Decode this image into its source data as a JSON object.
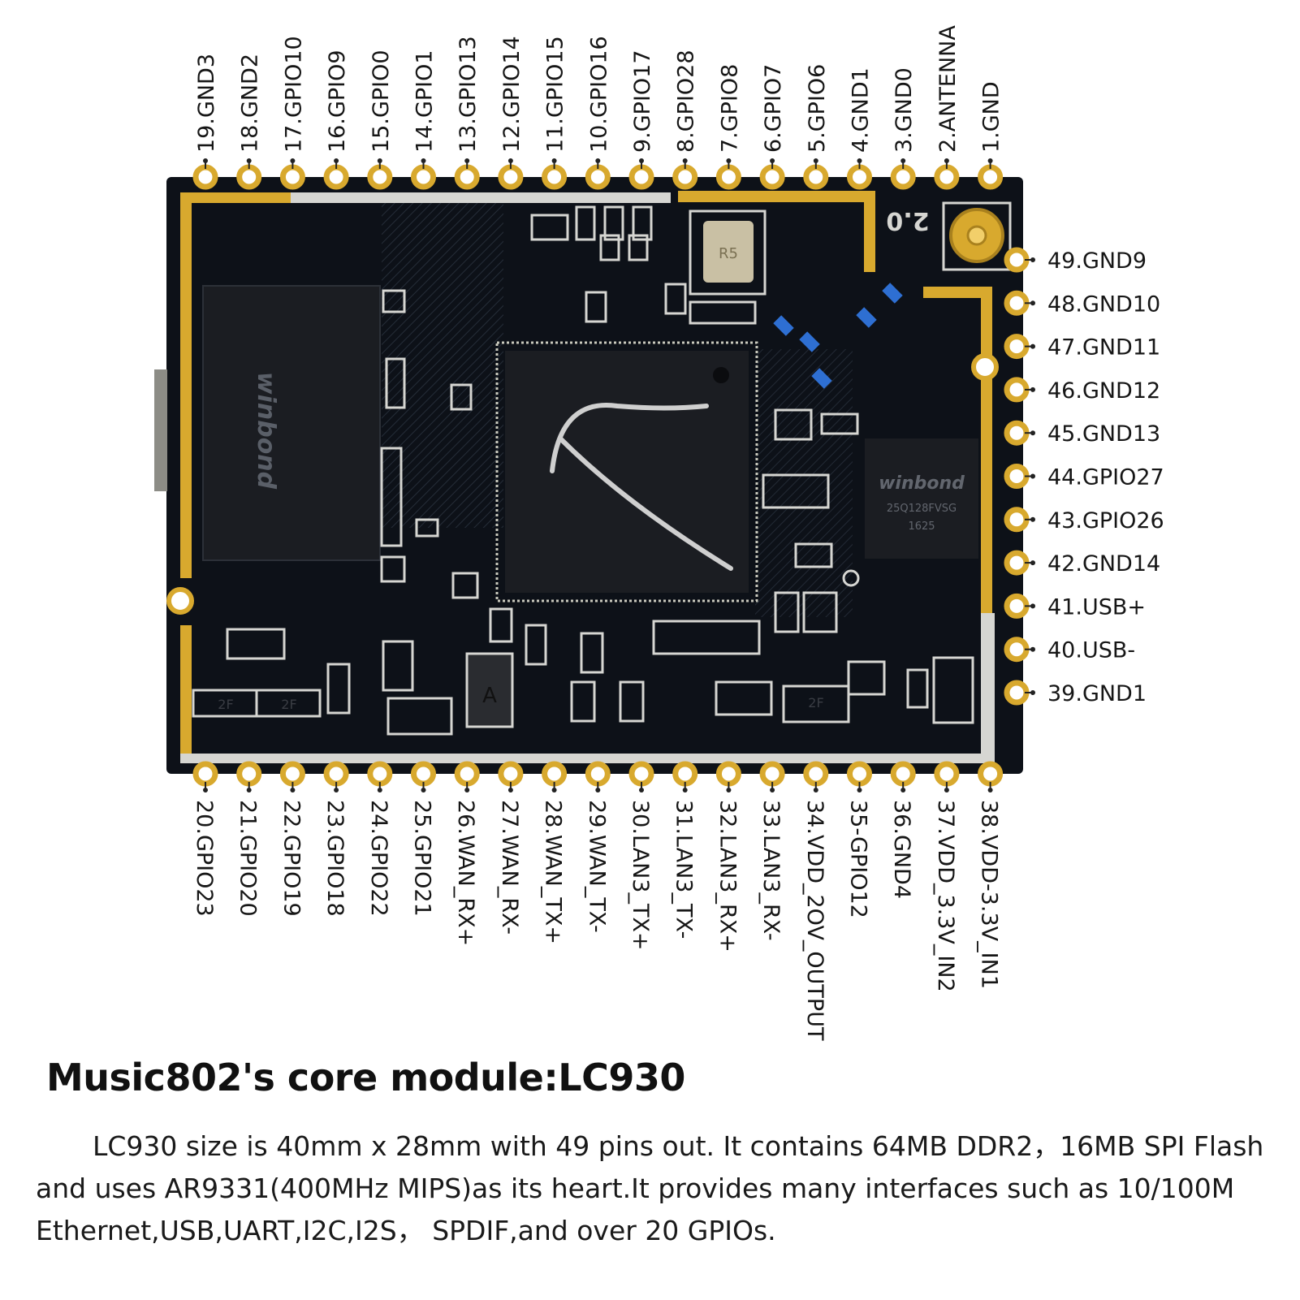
{
  "top_pins": [
    "19.GND3",
    "18.GND2",
    "17.GPIO10",
    "16.GPIO9",
    "15.GPIO0",
    "14.GPIO1",
    "13.GPIO13",
    "12.GPIO14",
    "11.GPIO15",
    "10.GPIO16",
    "9.GPIO17",
    "8.GPIO28",
    "7.GPIO8",
    "6.GPIO7",
    "5.GPIO6",
    "4.GND1",
    "3.GND0",
    "2.ANTENNA",
    "1.GND"
  ],
  "bottom_pins": [
    "20.GPIO23",
    "21.GPIO20",
    "22.GPIO19",
    "23.GPIO18",
    "24.GPIO22",
    "25.GPIO21",
    "26.WAN_RX+",
    "27.WAN_RX-",
    "28.WAN_TX+",
    "29.WAN_TX-",
    "30.LAN3_TX+",
    "31.LAN3_TX-",
    "32.LAN3_RX+",
    "33.LAN3_RX-",
    "34.VDD_2OV_OUTPUT",
    "35-GPIO12",
    "36.GND4",
    "37.VDD_3.3V_IN2",
    "38.VDD-3.3V_IN1"
  ],
  "right_pins": [
    "49.GND9",
    "48.GND10",
    "47.GND11",
    "46.GND12",
    "45.GND13",
    "44.GPIO27",
    "43.GPIO26",
    "42.GND14",
    "41.USB+",
    "40.USB-",
    "39.GND1"
  ],
  "board": {
    "version_mark": "2.0",
    "crystal_mark": "R5",
    "ram_brand": "winbond",
    "flash_brand": "winbond",
    "flash_part": "25Q128FVSG",
    "flash_code": "1625",
    "diode_mark": "A",
    "sot_marks": [
      "2F",
      "2F",
      "2F"
    ]
  },
  "heading": "Music802's core module:LC930",
  "description": "LC930 size is 40mm x 28mm with 49 pins out. It contains 64MB DDR2，16MB SPI Flash and uses AR9331(400MHz MIPS)as its heart.It provides many interfaces such as 10/100M Ethernet,USB,UART,I2C,I2S， SPDIF,and over 20 GPIOs.",
  "colors": {
    "pcb": "#0d1118",
    "gold": "#d8a92e",
    "silk": "#d6d6d2",
    "chip": "#1b1d22",
    "text": "#111111"
  }
}
